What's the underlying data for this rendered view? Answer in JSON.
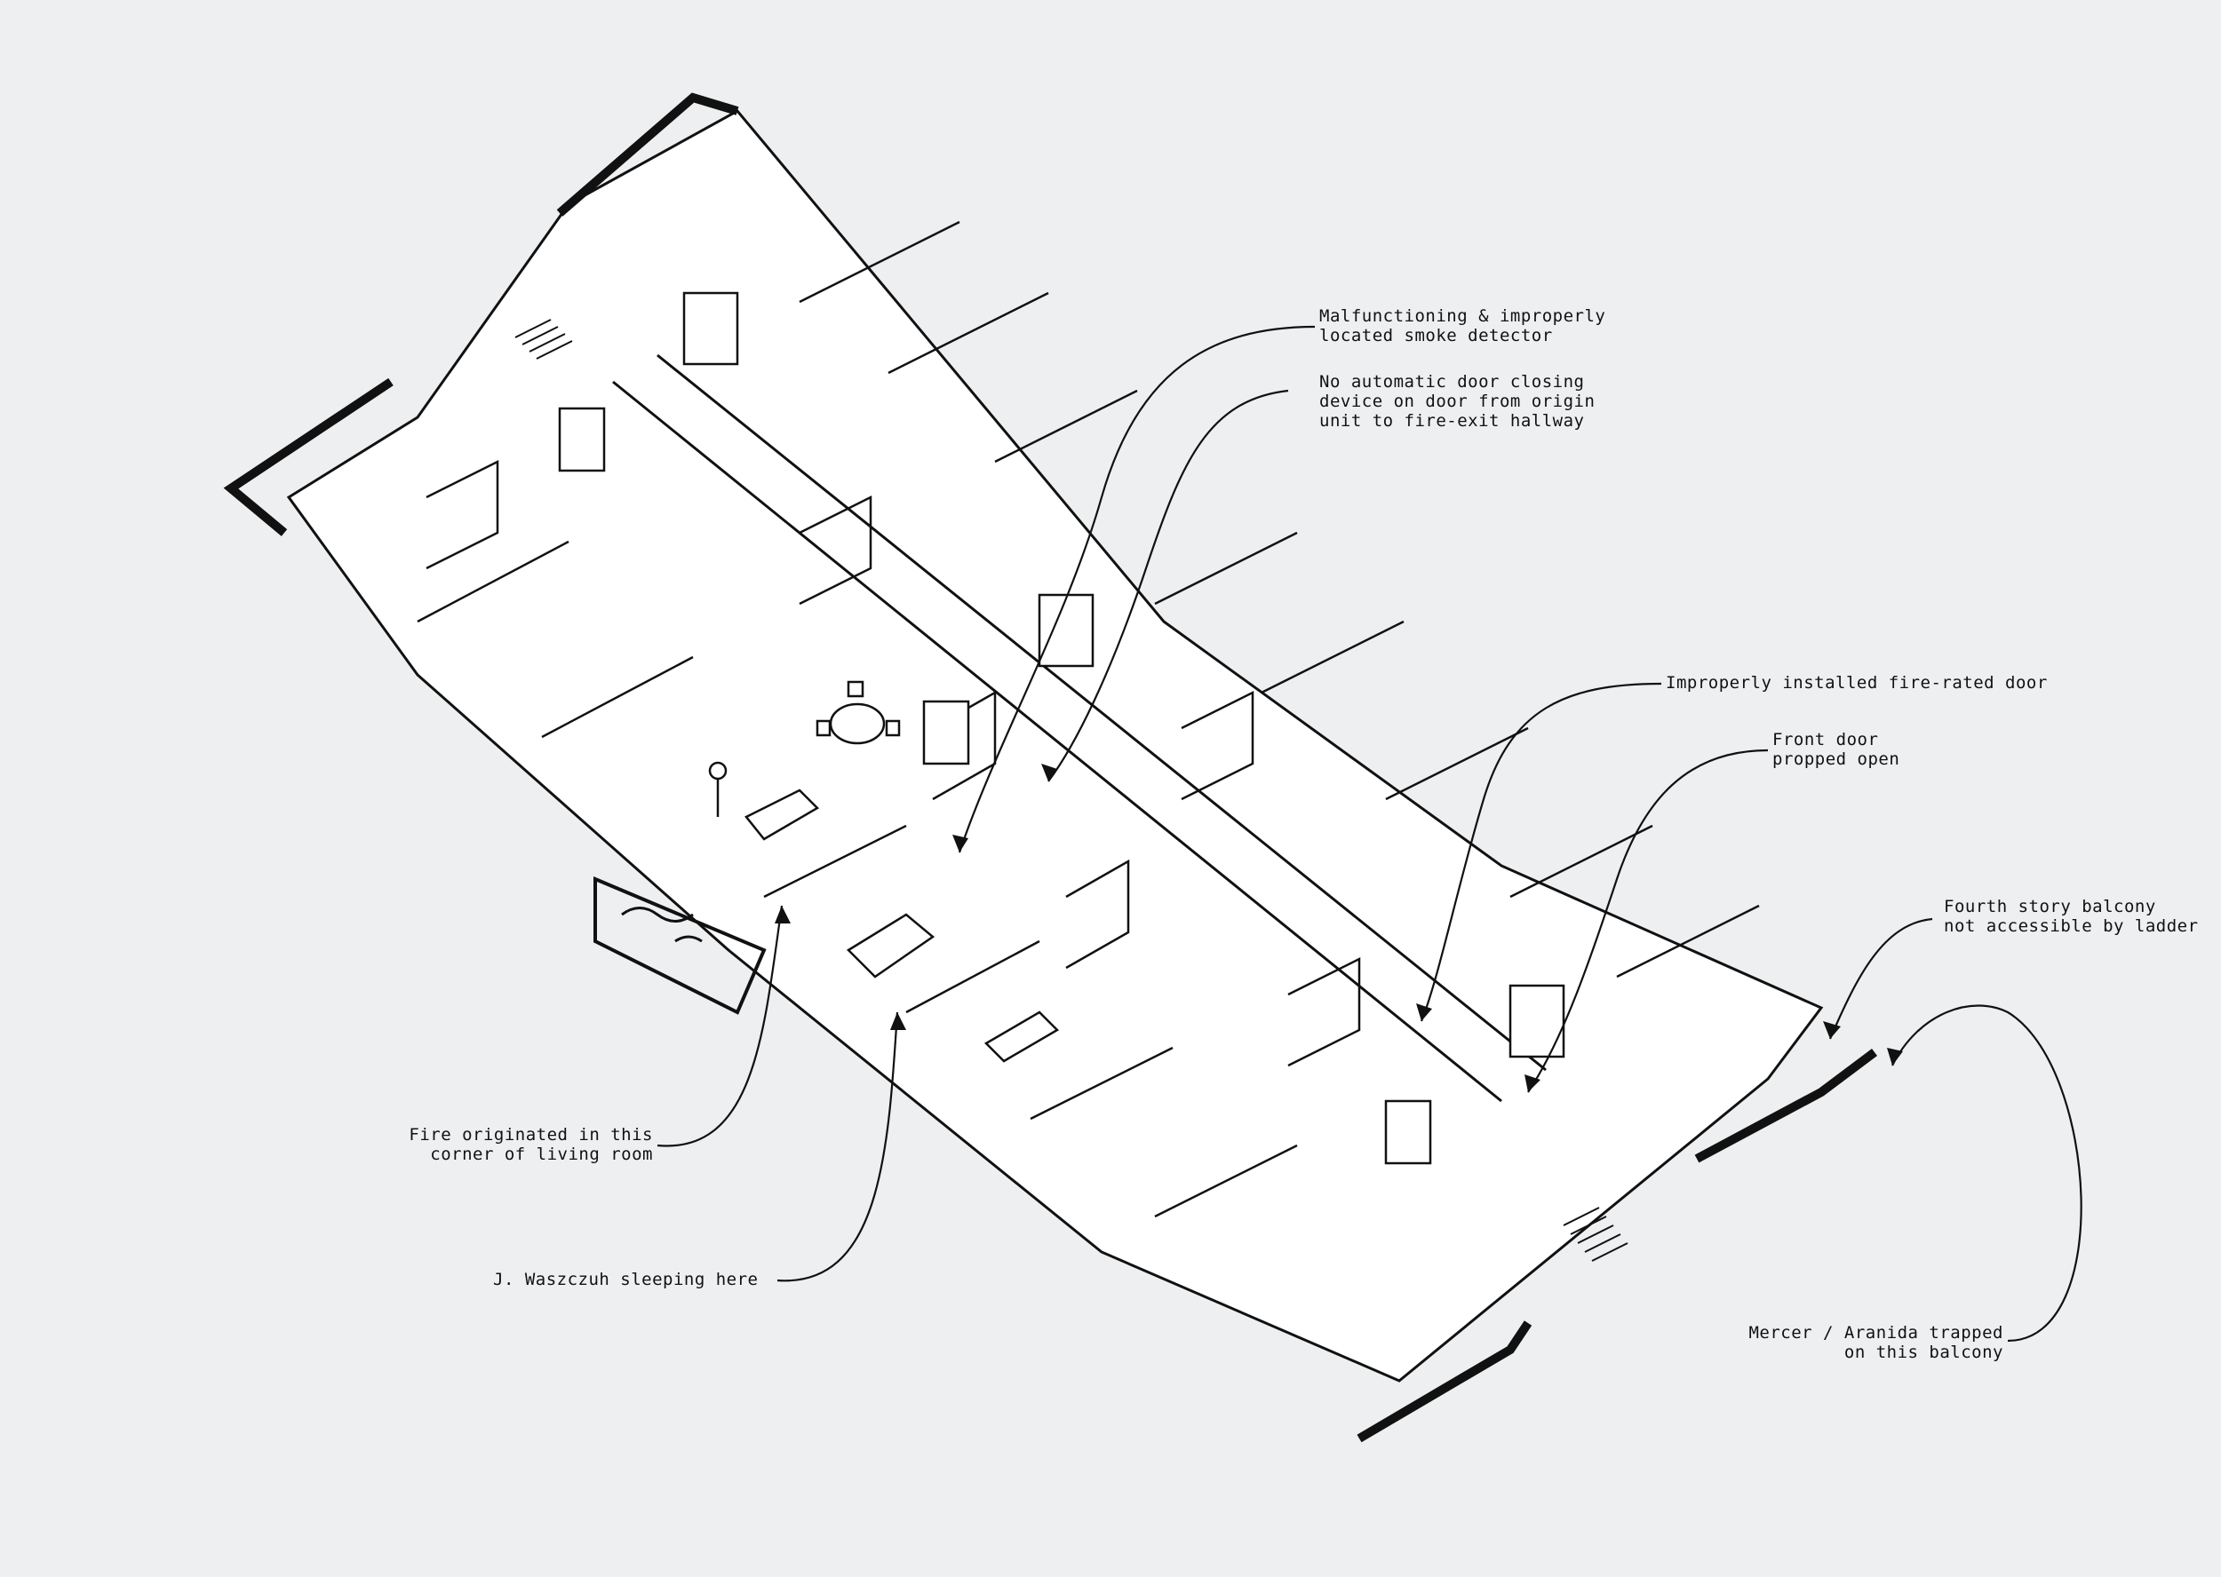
{
  "annotations": {
    "smoke_detector": {
      "line1": "Malfunctioning & improperly",
      "line2": "located smoke detector"
    },
    "door_closer": {
      "line1": "No automatic door closing",
      "line2": "device on door from origin",
      "line3": "unit to fire-exit hallway"
    },
    "fire_rated_door": {
      "line1": "Improperly installed fire-rated door"
    },
    "front_door": {
      "line1": "Front door",
      "line2": "propped open"
    },
    "balcony_fourth": {
      "line1": "Fourth story balcony",
      "line2": "not accessible by ladder"
    },
    "fire_origin": {
      "line1": "Fire originated in this",
      "line2": "corner of living room"
    },
    "sleeping": {
      "line1": "J. Waszczuh sleeping here"
    },
    "trapped": {
      "line1": "Mercer / Aranida trapped",
      "line2": "on this balcony"
    }
  },
  "colors": {
    "ink": "#111111",
    "paper": "#eeeff0",
    "wall_face": "#ffffff"
  }
}
